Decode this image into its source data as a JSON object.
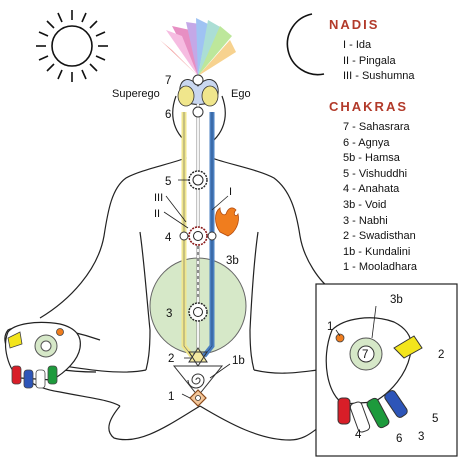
{
  "nadis": {
    "heading": "NADIS",
    "items": [
      "I - Ida",
      "II - Pingala",
      "III - Sushumna"
    ]
  },
  "chakras": {
    "heading": "CHAKRAS",
    "items": [
      "7 - Sahasrara",
      "6 - Agnya",
      "5b - Hamsa",
      "5 - Vishuddhi",
      "4 - Anahata",
      "3b - Void",
      "3 - Nabhi",
      "2 - Swadisthan",
      "1b - Kundalini",
      "1 - Mooladhara"
    ]
  },
  "figure_labels": {
    "superego": "Superego",
    "ego": "Ego",
    "n7": "7",
    "n6": "6",
    "n5": "5",
    "roman_iii": "III",
    "roman_ii": "II",
    "roman_i": "I",
    "n4": "4",
    "n3b": "3b",
    "n3": "3",
    "n2": "2",
    "n1b": "1b",
    "n1": "1"
  },
  "hand_labels": {
    "n3b": "3b",
    "n1": "1",
    "n7": "7",
    "n2": "2",
    "n5": "5",
    "n4": "4",
    "n6": "6",
    "n3": "3"
  },
  "colors": {
    "heading": "#b23a2a",
    "ida_channel": "#f0e68c",
    "pingala_channel": "#4a7fc1",
    "sushumna_channel": "#ffffff",
    "void_disc": "#d6e8c8",
    "fire": "#f07d1e",
    "finger_red": "#d81e28",
    "finger_green": "#1d9a3c",
    "finger_blue": "#2d55b8",
    "finger_yellow": "#f3e51c"
  },
  "icons": [
    "sun-icon",
    "crescent-moon-icon",
    "flame-icon",
    "spiral-icon"
  ]
}
